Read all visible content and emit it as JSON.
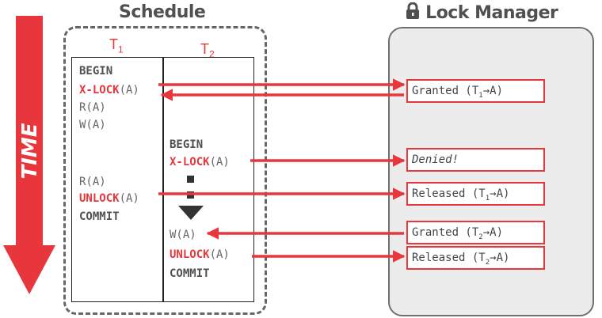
{
  "titles": {
    "schedule": "Schedule",
    "lock_manager": "Lock Manager"
  },
  "time_label": "TIME",
  "columns": {
    "t1": "T",
    "t1_sub": "1",
    "t2": "T",
    "t2_sub": "2"
  },
  "t1_ops": {
    "begin": "BEGIN",
    "xlock_kw": "X-LOCK",
    "xlock_arg": "(A)",
    "read1": "R(A)",
    "write1": "W(A)",
    "read2": "R(A)",
    "unlock_kw": "UNLOCK",
    "unlock_arg": "(A)",
    "commit": "COMMIT"
  },
  "t2_ops": {
    "begin": "BEGIN",
    "xlock_kw": "X-LOCK",
    "xlock_arg": "(A)",
    "write": "W(A)",
    "unlock_kw": "UNLOCK",
    "unlock_arg": "(A)",
    "commit": "COMMIT"
  },
  "responses": [
    {
      "text": "Granted (T",
      "sub": "1",
      "rest": "→A)"
    },
    {
      "text": "Denied!",
      "sub": "",
      "rest": ""
    },
    {
      "text": "Released (T",
      "sub": "1",
      "rest": "→A)"
    },
    {
      "text": "Granted (T",
      "sub": "2",
      "rest": "→A)"
    },
    {
      "text": "Released (T",
      "sub": "2",
      "rest": "→A)"
    }
  ],
  "colors": {
    "accent": "#e8363d",
    "panel": "#ececec",
    "text": "#505050"
  },
  "icons": {
    "lock_manager": "lock-icon",
    "time": "down-arrow-icon",
    "wait": "wait-triangle-icon"
  }
}
